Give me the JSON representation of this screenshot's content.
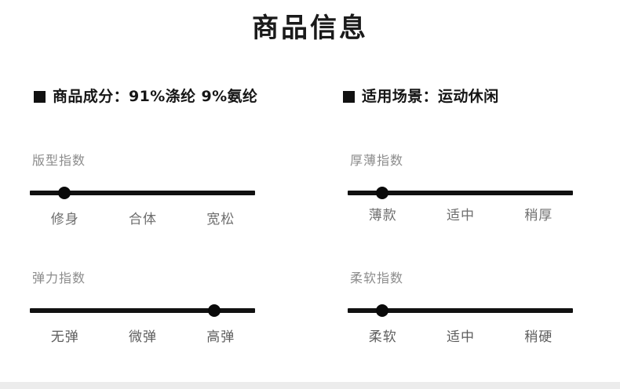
{
  "page": {
    "title": "商品信息",
    "bullet_glyph": "■",
    "accent_color": "#111111",
    "label_color": "#6e6e6e",
    "title_color": "#1a1a1a"
  },
  "specs": [
    {
      "id": "composition",
      "label": "商品成分",
      "separator": "：",
      "value": "91%涤纶 9%氨纶",
      "text": "商品成分：91%涤纶 9%氨纶"
    },
    {
      "id": "scene",
      "label": "适用场景",
      "separator": "：",
      "value": "运动休闲",
      "text": "适用场景：运动休闲"
    }
  ],
  "sliders": [
    {
      "id": "fit-index",
      "title": "版型指数",
      "options": [
        "修身",
        "合体",
        "宽松"
      ],
      "selected_index": 0,
      "selected": "修身",
      "knob_percent": 15
    },
    {
      "id": "thickness-index",
      "title": "厚薄指数",
      "options": [
        "薄款",
        "适中",
        "稍厚"
      ],
      "selected_index": 0,
      "selected": "薄款",
      "knob_percent": 15
    },
    {
      "id": "elasticity-index",
      "title": "弹力指数",
      "options": [
        "无弹",
        "微弹",
        "高弹"
      ],
      "selected_index": 2,
      "selected": "高弹",
      "knob_percent": 81
    },
    {
      "id": "softness-index",
      "title": "柔软指数",
      "options": [
        "柔软",
        "适中",
        "稍硬"
      ],
      "selected_index": 0,
      "selected": "柔软",
      "knob_percent": 15
    }
  ],
  "scale_label_positions": [
    16,
    50,
    84
  ]
}
